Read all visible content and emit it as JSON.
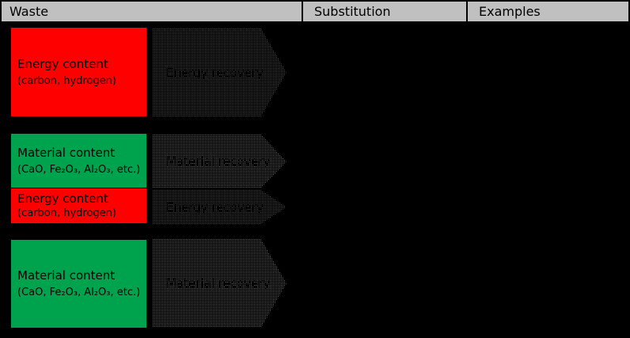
{
  "header": {
    "columns": [
      "Waste",
      "Substitution",
      "Examples"
    ]
  },
  "waste_boxes": [
    {
      "title": "Energy content",
      "subtitle": "(carbon, hydrogen)",
      "color": "red"
    },
    {
      "title": "Material content",
      "subtitle": "(CaO, Fe₂O₃, Al₂O₃, etc.)",
      "color": "green"
    },
    {
      "title": "Energy content",
      "subtitle": "(carbon, hydrogen)",
      "color": "red"
    },
    {
      "title": "Material content",
      "subtitle": "(CaO, Fe₂O₃, Al₂O₃, etc.)",
      "color": "green"
    }
  ],
  "substitution_arrows": [
    {
      "label": "Energy recovery",
      "color": "red"
    },
    {
      "label": "Material recovery",
      "color": "green"
    },
    {
      "label": "Energy recovery",
      "color": "red"
    },
    {
      "label": "Material recovery",
      "color": "green"
    }
  ],
  "colors": {
    "red": "#FF0000",
    "green": "#00A34D",
    "header_bg": "#C0C0C0",
    "border": "#000000",
    "text": "#000000",
    "background": "#000000"
  }
}
